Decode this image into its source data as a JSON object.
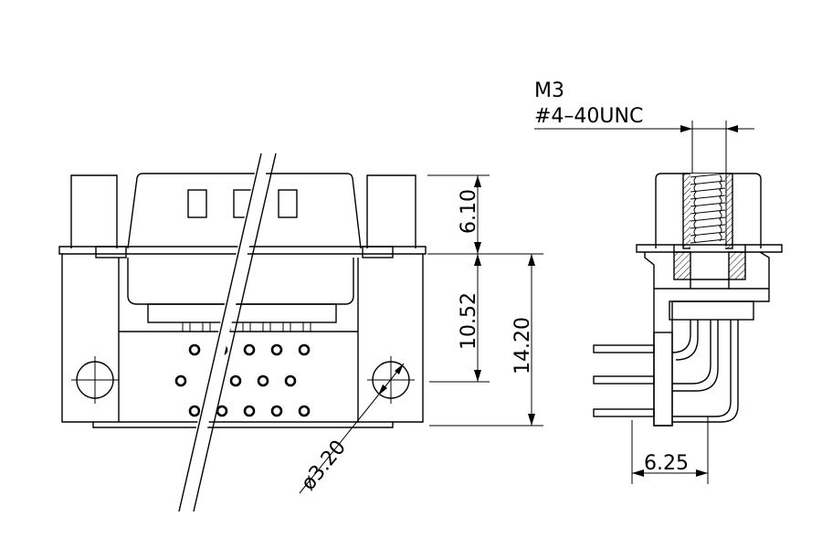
{
  "dimensions": {
    "height_top": "6.10",
    "height_mid": "10.52",
    "height_total": "14.20",
    "hole_diameter": "ø3.20",
    "side_depth": "6.25"
  },
  "notes": {
    "thread_metric": "M3",
    "thread_unc": "#4–40UNC"
  }
}
